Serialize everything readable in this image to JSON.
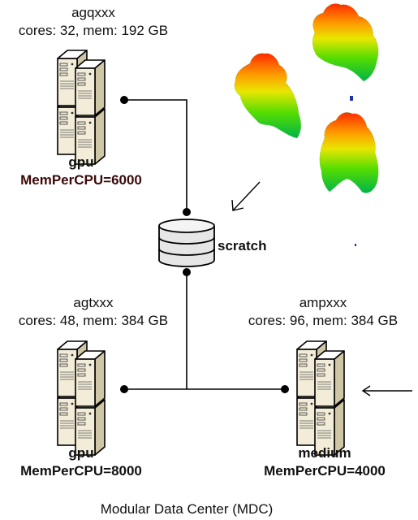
{
  "nodes": {
    "top": {
      "hostname": "agqxxx",
      "specs": "cores: 32, mem: 192 GB",
      "partition": "gpu",
      "mempercpu": "MemPerCPU=6000"
    },
    "left": {
      "hostname": "agtxxx",
      "specs": "cores: 48, mem: 384 GB",
      "partition": "gpu",
      "mempercpu": "MemPerCPU=8000"
    },
    "right": {
      "hostname": "ampxxx",
      "specs": "cores: 96, mem: 384 GB",
      "partition": "medium",
      "mempercpu": "MemPerCPU=4000"
    }
  },
  "storage": {
    "label": "scratch"
  },
  "footer": {
    "caption": "Modular Data Center (MDC)"
  },
  "colors": {
    "server_body": "#f2ecd8",
    "server_shade": "#d9cfae",
    "line": "#000000",
    "mempercpu_top": "#3a0a0a"
  },
  "icons": [
    "server-rack-icon",
    "database-icon",
    "arrow-icon",
    "tree-point-cloud-image"
  ]
}
